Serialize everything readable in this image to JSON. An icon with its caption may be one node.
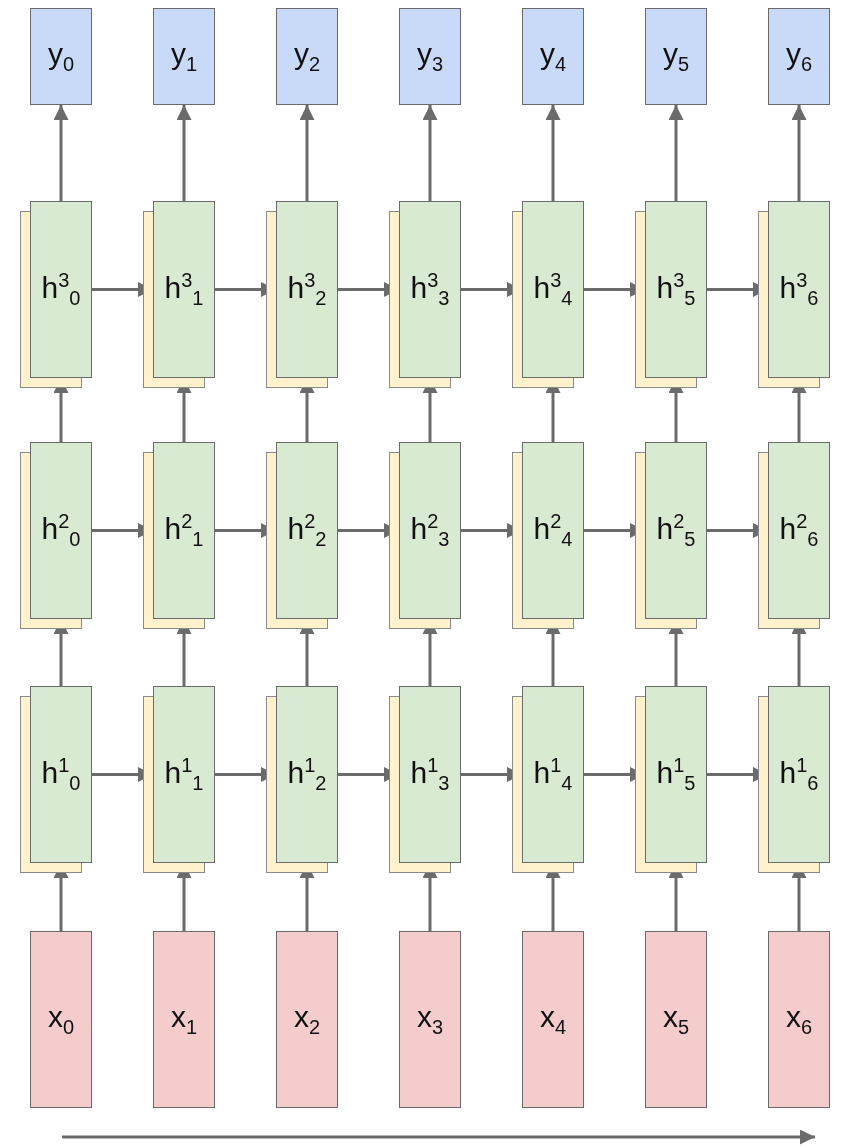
{
  "diagram": {
    "nodes": [
      {
        "text": [
          "y$_{0}$"
        ]
      },
      {
        "text": [
          "y$_{1}$"
        ]
      },
      {
        "text": [
          "y$_{2}$"
        ]
      },
      {
        "text": [
          "y$_{3}$"
        ]
      },
      {
        "text": [
          "y$_{4}$"
        ]
      },
      {
        "text": [
          "y$_{5}$"
        ]
      },
      {
        "text": [
          "y$_{6}$"
        ]
      },
      {
        "text": [
          "h$^{3}$$_{0}$"
        ]
      },
      {
        "text": [
          "h$^{3}$$_{1}$"
        ]
      },
      {
        "text": [
          "h$^{3}$$_{2}$"
        ]
      },
      {
        "text": [
          "h$^{3}$$_{3}$"
        ]
      },
      {
        "text": [
          "h$^{3}$$_{4}$"
        ]
      },
      {
        "text": [
          "h$^{3}$$_{5}$"
        ]
      },
      {
        "text": [
          "h$^{3}$$_{6}$"
        ]
      },
      {
        "text": [
          "h$^{2}$$_{0}$"
        ]
      },
      {
        "text": [
          "h$^{2}$$_{1}$"
        ]
      },
      {
        "text": [
          "h$^{2}$$_{2}$"
        ]
      },
      {
        "text": [
          "h$^{2}$$_{3}$"
        ]
      },
      {
        "text": [
          "h$^{2}$$_{4}$"
        ]
      },
      {
        "text": [
          "h$^{2}$$_{5}$"
        ]
      },
      {
        "text": [
          "h$^{2}$$_{6}$"
        ]
      },
      {
        "text": [
          "h$^{1}$$_{0}$"
        ]
      },
      {
        "text": [
          "h$^{1}$$_{1}$"
        ]
      },
      {
        "text": [
          "h$^{1}$$_{2}$"
        ]
      },
      {
        "text": [
          "h$^{1}$$_{3}$"
        ]
      },
      {
        "text": [
          "h$^{1}$$_{4}$"
        ]
      },
      {
        "text": [
          "h$^{1}$$_{5}$"
        ]
      },
      {
        "text": [
          "h$^{1}$$_{6}$"
        ]
      },
      {
        "text": [
          "x$_{0}$"
        ]
      },
      {
        "text": [
          "x$_{1}$"
        ]
      },
      {
        "text": [
          "x$_{2}$"
        ]
      },
      {
        "text": [
          "x$_{3}$"
        ]
      },
      {
        "text": [
          "x$_{4}$"
        ]
      },
      {
        "text": [
          "x$_{5}$"
        ]
      },
      {
        "text": [
          "x$_{6}$"
        ]
      }
    ],
    "edges": [
      {
        "from": 28,
        "to": 21,
        "arrow": "to"
      },
      {
        "from": 29,
        "to": 22,
        "arrow": "to"
      },
      {
        "from": 30,
        "to": 23,
        "arrow": "to"
      },
      {
        "from": 31,
        "to": 24,
        "arrow": "to"
      },
      {
        "from": 32,
        "to": 25,
        "arrow": "to"
      },
      {
        "from": 33,
        "to": 26,
        "arrow": "to"
      },
      {
        "from": 34,
        "to": 27,
        "arrow": "to"
      },
      {
        "from": 21,
        "to": 22,
        "arrow": "to"
      },
      {
        "from": 22,
        "to": 23,
        "arrow": "to"
      },
      {
        "from": 23,
        "to": 24,
        "arrow": "to"
      },
      {
        "from": 24,
        "to": 25,
        "arrow": "to"
      },
      {
        "from": 25,
        "to": 26,
        "arrow": "to"
      },
      {
        "from": 26,
        "to": 27,
        "arrow": "to"
      },
      {
        "from": 21,
        "to": 14,
        "arrow": "to"
      },
      {
        "from": 22,
        "to": 15,
        "arrow": "to"
      },
      {
        "from": 23,
        "to": 16,
        "arrow": "to"
      },
      {
        "from": 24,
        "to": 17,
        "arrow": "to"
      },
      {
        "from": 25,
        "to": 18,
        "arrow": "to"
      },
      {
        "from": 26,
        "to": 19,
        "arrow": "to"
      },
      {
        "from": 27,
        "to": 20,
        "arrow": "to"
      },
      {
        "from": 14,
        "to": 15,
        "arrow": "to"
      },
      {
        "from": 15,
        "to": 16,
        "arrow": "to"
      },
      {
        "from": 16,
        "to": 17,
        "arrow": "to"
      },
      {
        "from": 17,
        "to": 18,
        "arrow": "to"
      },
      {
        "from": 18,
        "to": 19,
        "arrow": "to"
      },
      {
        "from": 19,
        "to": 20,
        "arrow": "to"
      },
      {
        "from": 14,
        "to": 7,
        "arrow": "to"
      },
      {
        "from": 15,
        "to": 8,
        "arrow": "to"
      },
      {
        "from": 16,
        "to": 9,
        "arrow": "to"
      },
      {
        "from": 17,
        "to": 10,
        "arrow": "to"
      },
      {
        "from": 18,
        "to": 11,
        "arrow": "to"
      },
      {
        "from": 19,
        "to": 12,
        "arrow": "to"
      },
      {
        "from": 20,
        "to": 13,
        "arrow": "to"
      },
      {
        "from": 7,
        "to": 8,
        "arrow": "to"
      },
      {
        "from": 8,
        "to": 9,
        "arrow": "to"
      },
      {
        "from": 9,
        "to": 10,
        "arrow": "to"
      },
      {
        "from": 10,
        "to": 11,
        "arrow": "to"
      },
      {
        "from": 11,
        "to": 12,
        "arrow": "to"
      },
      {
        "from": 12,
        "to": 13,
        "arrow": "to"
      },
      {
        "from": 7,
        "to": 0,
        "arrow": "to"
      },
      {
        "from": 8,
        "to": 1,
        "arrow": "to"
      },
      {
        "from": 9,
        "to": 2,
        "arrow": "to"
      },
      {
        "from": 10,
        "to": 3,
        "arrow": "to"
      },
      {
        "from": 11,
        "to": 4,
        "arrow": "to"
      },
      {
        "from": 12,
        "to": 5,
        "arrow": "to"
      },
      {
        "from": 13,
        "to": 6,
        "arrow": "to"
      }
    ]
  }
}
